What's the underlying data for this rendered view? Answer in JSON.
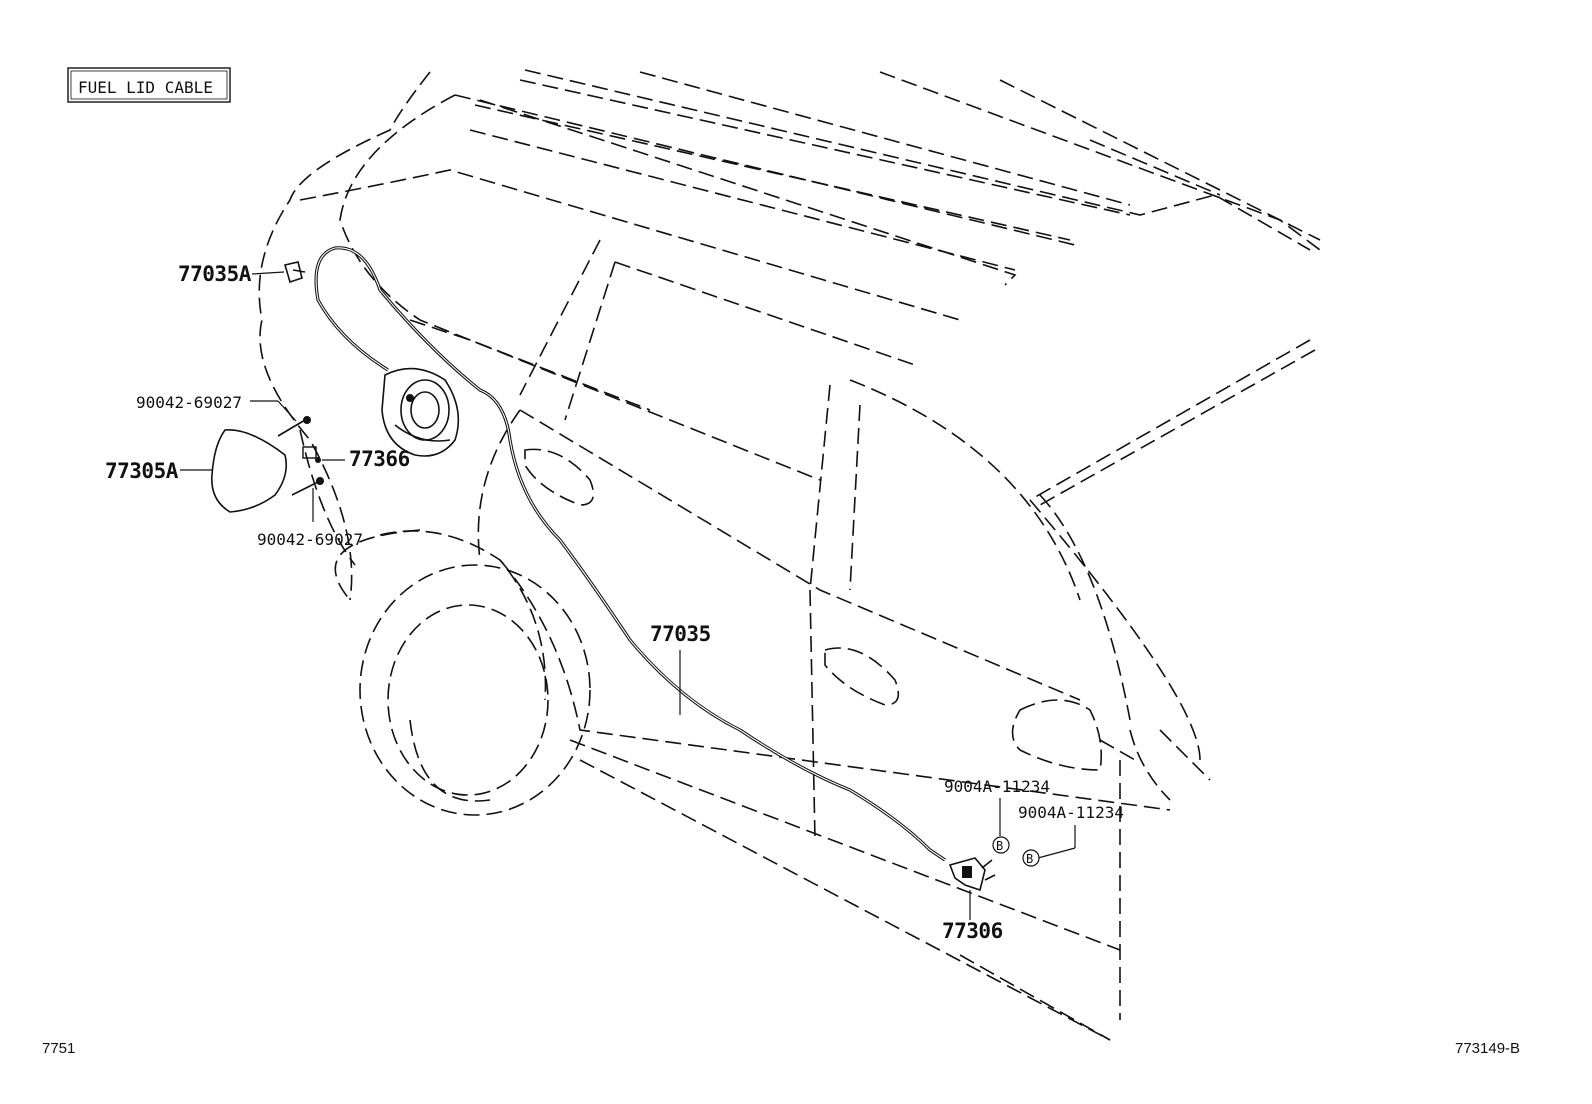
{
  "title_box": "FUEL LID CABLE",
  "callouts": {
    "clamp": "77035A",
    "screw_upper": "90042-69027",
    "screw_lower": "90042-69027",
    "fuel_lid": "77305A",
    "spring": "77366",
    "cable": "77035",
    "opener_bolt_a": "9004A-11234",
    "opener_bolt_b": "9004A-11234",
    "opener": "77306"
  },
  "markers": {
    "bolt_a": "B",
    "bolt_b": "B"
  },
  "footer": {
    "left_code": "7751",
    "right_code": "773149-B"
  }
}
